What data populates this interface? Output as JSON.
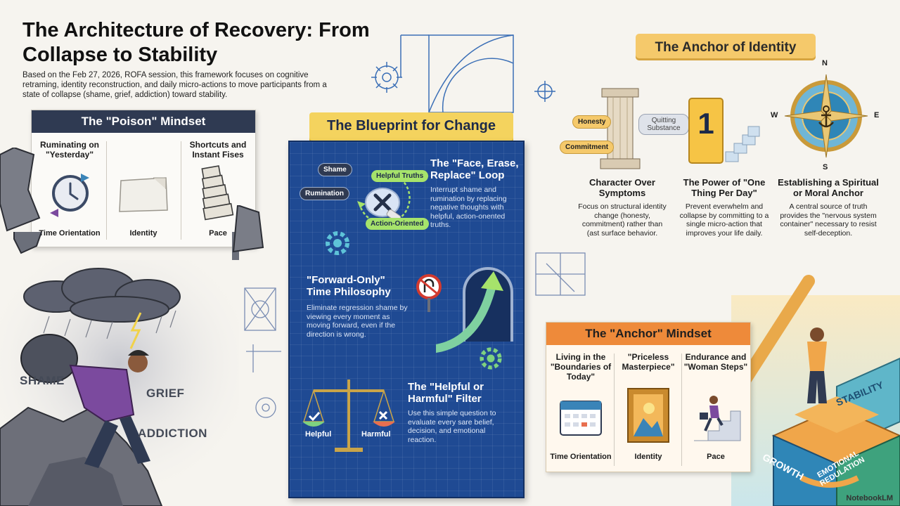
{
  "header": {
    "title": "The Architecture of Recovery: From Collapse to Stability",
    "intro": "Based on the Feb 27, 2026, ROFA session, this framework focuses on cognitive retraming, identity reconstruction, and daily micro-actions to move participants from a state of collapse (shame, grief, addiction) toward stability."
  },
  "poison": {
    "title": "The \"Poison\" Mindset",
    "columns": [
      {
        "top": "Ruminating on \"Yesterday\"",
        "bottom": "Time Orientation"
      },
      {
        "top": "",
        "bottom": "Identity"
      },
      {
        "top": "Shortcuts and Instant Fises",
        "bottom": "Pace"
      }
    ]
  },
  "collapse_words": [
    "SHAME",
    "GRIEF",
    "ADDICTION"
  ],
  "blueprint": {
    "title": "The Blueprint for Change",
    "loop": {
      "title": "The \"Face, Erase, Replace\" Loop",
      "desc": "Interrupt shame and rumination by replacing negative thoughts with helpful, action-onented truths.",
      "tags": [
        "Shame",
        "Rumination",
        "Helpful Truths",
        "Action-Oriented"
      ]
    },
    "forward": {
      "title": "\"Forward-Only\" Time Philosophy",
      "desc": "Eliminate regression shame by viewing every moment as moving forward, even if the direction is wrong."
    },
    "filter": {
      "title": "The \"Helpful or Harmful\" Filter",
      "desc": "Use this simple question to evaluate every sare belief, decision, and emotional reaction.",
      "helpful": "Helpful",
      "harmful": "Harmful"
    }
  },
  "anchor_identity": {
    "title": "The Anchor of Identity",
    "tags": [
      "Honesty",
      "Commitment",
      "Quitting Substance"
    ],
    "number": "1",
    "compass": {
      "n": "N",
      "s": "S",
      "e": "E",
      "w": "W"
    },
    "items": [
      {
        "title": "Character Over Symptoms",
        "desc": "Focus on structural identity change (honesty, commitment) rather than (ast surface behavior."
      },
      {
        "title": "The Power of \"One Thing Per Day\"",
        "desc": "Prevent everwhelm and collapse by committing to a single micro-action that improves your life daily."
      },
      {
        "title": "Establishing a Spiritual or Moral Anchor",
        "desc": "A central source of truth provides the \"nervous system container\" necessary to resist self-deception."
      }
    ]
  },
  "anchor_mindset": {
    "title": "The \"Anchor\" Mindset",
    "columns": [
      {
        "top": "Living in the \"Boundaries of Today\"",
        "bottom": "Time Orientation"
      },
      {
        "top": "\"Priceless Masterpiece\"",
        "bottom": "Identity"
      },
      {
        "top": "Endurance and \"Woman Steps\"",
        "bottom": "Pace"
      }
    ]
  },
  "stability_words": [
    "STABILITY",
    "GROWTH",
    "EMOTIONAL REDULATION"
  ],
  "brand": "NotebookLM",
  "colors": {
    "navy": "#2f3a52",
    "blueprint": "#1f4a93",
    "yellow": "#f4d35e",
    "orange": "#ee8a3a",
    "green": "#a6e36b"
  }
}
